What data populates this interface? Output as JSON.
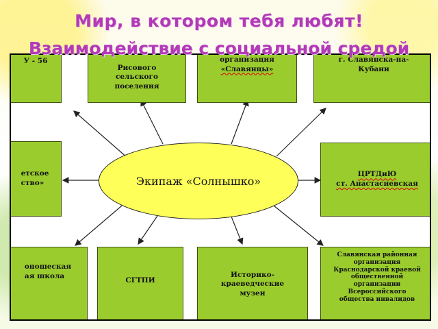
{
  "title_line1": "Мир, в котором тебя любят!",
  "title_line2": "Взаимодействие с социальной средой",
  "center": "Экипаж «Солнышко»",
  "boxes": {
    "top_left": {
      "lines": [
        "У - 56"
      ]
    },
    "top_center_left": {
      "lines": [
        "Рисового",
        "сельского",
        "поселения"
      ]
    },
    "top_center_right": {
      "lines": [
        "организация",
        "«Славянцы»"
      ]
    },
    "top_right": {
      "lines": [
        "г. Славянска-на-",
        "Кубани"
      ]
    },
    "mid_left": {
      "lines": [
        "етское",
        "ство»"
      ]
    },
    "mid_right": {
      "lines": [
        "ЦРТДиЮ",
        "ст. Анастасиевская"
      ]
    },
    "bottom_left": {
      "lines": [
        "оношеская",
        "ая школа"
      ]
    },
    "bottom_center_left": {
      "lines": [
        "СГТПИ"
      ]
    },
    "bottom_center_right": {
      "lines": [
        "Историко-",
        "краеведческие",
        "музеи"
      ]
    },
    "bottom_right": {
      "lines": [
        "Славянская районная",
        "организация",
        "Краснодарской краевой",
        "общественной",
        "организации",
        "Всероссийского",
        "общества инвалидов"
      ]
    }
  },
  "colors": {
    "title": "#b23ab8",
    "box_fill": "#9acc2e",
    "ellipse_fill": "#ffff5a"
  }
}
